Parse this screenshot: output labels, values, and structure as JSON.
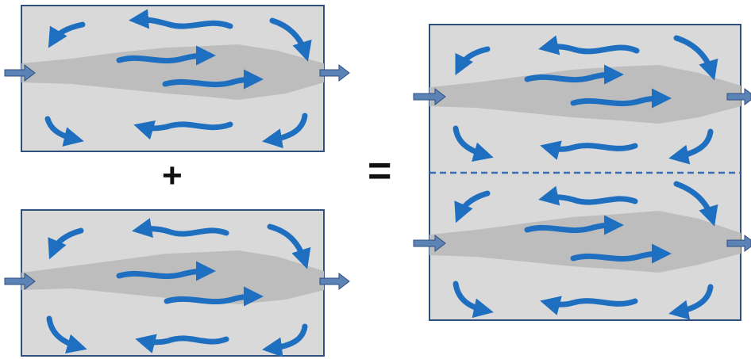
{
  "diagram": {
    "operators": {
      "plus": "+",
      "equals": "="
    },
    "colors": {
      "box_fill": "#d9d9d9",
      "box_stroke": "#2f4f7f",
      "jet_fill": "#bdbdbd",
      "flow_arrow": "#1f6fc1",
      "port_arrow": "#5b83b5",
      "divider": "#3b6db5"
    },
    "panels": [
      {
        "name": "top-left-chamber",
        "jets": 1
      },
      {
        "name": "bottom-left-chamber",
        "jets": 1
      },
      {
        "name": "right-combined-chamber",
        "jets": 2,
        "divider": "dashed-horizontal"
      }
    ]
  }
}
